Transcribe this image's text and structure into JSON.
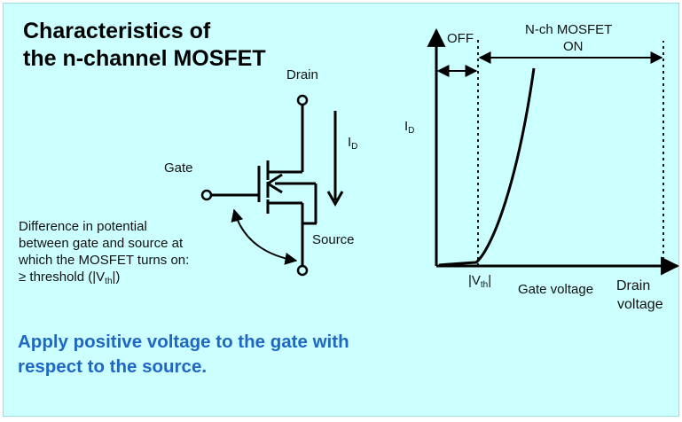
{
  "title": {
    "line1": "Characteristics of",
    "line2": "the n-channel MOSFET"
  },
  "circuit": {
    "drain_label": "Drain",
    "gate_label": "Gate",
    "source_label": "Source",
    "current_label": "I",
    "current_sub": "D"
  },
  "note": {
    "line1": "Difference in potential",
    "line2": "between gate and source at",
    "line3": "which the MOSFET turns on:",
    "line4_prefix": "≥ threshold (|V",
    "line4_sub": "th",
    "line4_suffix": "|)"
  },
  "graph": {
    "y_axis_label": "I",
    "y_axis_sub": "D",
    "off_label": "OFF",
    "on_label_line1": "N-ch MOSFET",
    "on_label_line2": "ON",
    "vth_prefix": "|V",
    "vth_sub": "th",
    "vth_suffix": "|",
    "x_label_gate": "Gate voltage",
    "x_label_drain_line1": "Drain",
    "x_label_drain_line2": "voltage"
  },
  "headline": {
    "line1": "Apply positive voltage to the gate with",
    "line2": "respect to the source."
  },
  "colors": {
    "background": "#ccffff",
    "headline": "#1f67c4",
    "ink": "#000000"
  }
}
